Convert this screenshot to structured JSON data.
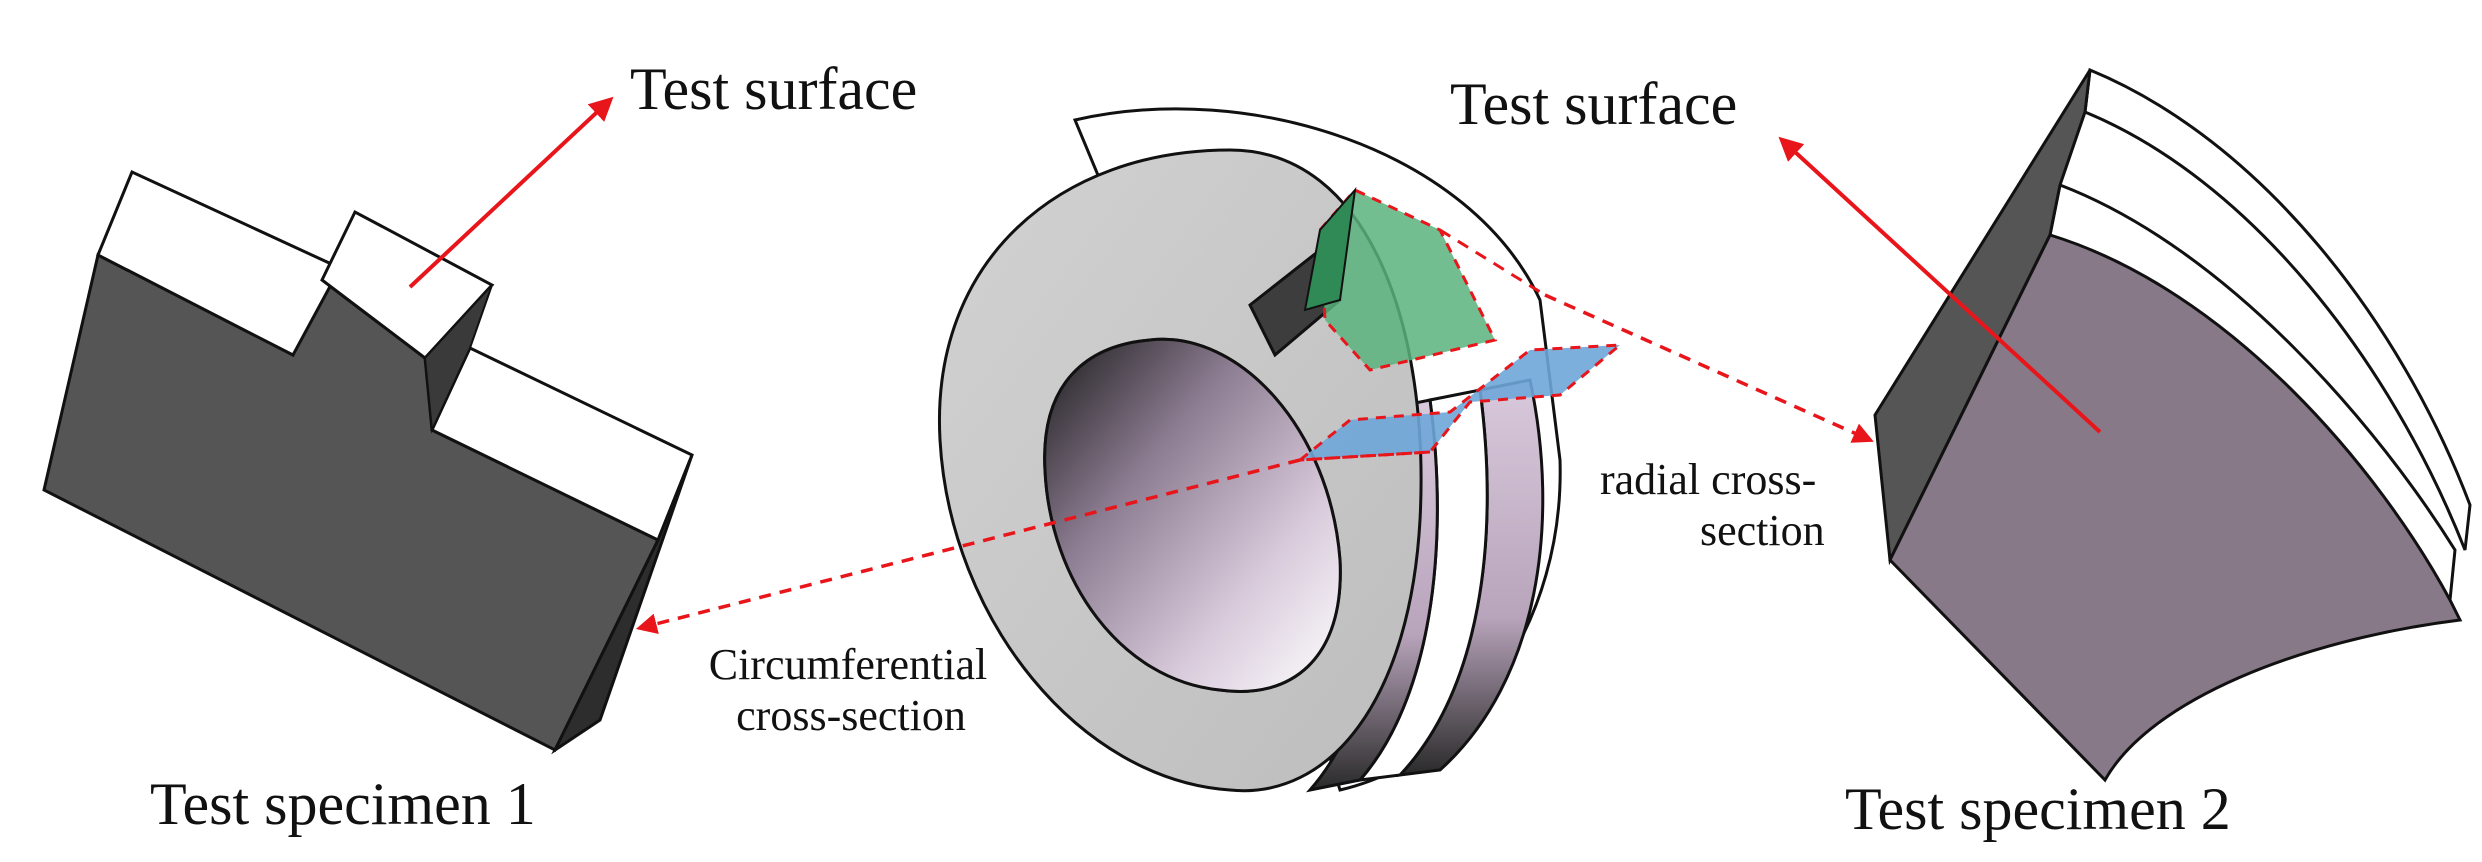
{
  "labels": {
    "test_surface_left": "Test surface",
    "test_surface_right": "Test surface",
    "specimen1": "Test specimen 1",
    "specimen2": "Test specimen 2",
    "radial_line1": "radial cross-",
    "radial_line2": "section",
    "circ_line1": "Circumferential",
    "circ_line2": "cross-section"
  },
  "colors": {
    "arrow": "#e8161b",
    "dashed": "#e8161b",
    "dark_face": "#555555",
    "white_face": "#ffffff",
    "ring_gray": "#c4c4c4",
    "ring_purple": "#cdbcd0",
    "green_section": "#5bb37c",
    "blue_section": "#6fa6d9",
    "specimen2_face": "#877987"
  }
}
